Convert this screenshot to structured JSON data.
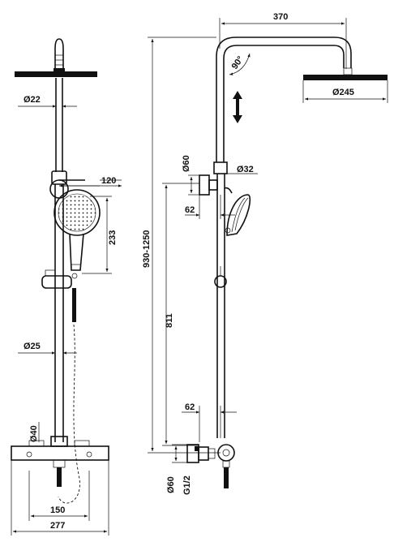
{
  "dimensions": {
    "head_arm_length": "370",
    "arm_angle": "90°",
    "head_diameter": "Ø245",
    "rail_diameter_upper": "Ø22",
    "hand_shower_offset": "120",
    "hand_shower_length": "233",
    "rail_diameter_lower": "Ø25",
    "body_diameter": "Ø40",
    "inlet_centers": "150",
    "total_width": "277",
    "height_range": "930-1250",
    "bracket_diameter": "Ø60",
    "slider_diameter": "Ø32",
    "bracket_offset": "62",
    "rail_height": "811",
    "inlet_offset": "62",
    "inlet_diameter": "Ø60",
    "thread_size": "G1/2"
  },
  "colors": {
    "line": "#111111",
    "background": "#ffffff"
  },
  "icons": {
    "adjust_arrow": "double-arrow-vertical-icon"
  }
}
